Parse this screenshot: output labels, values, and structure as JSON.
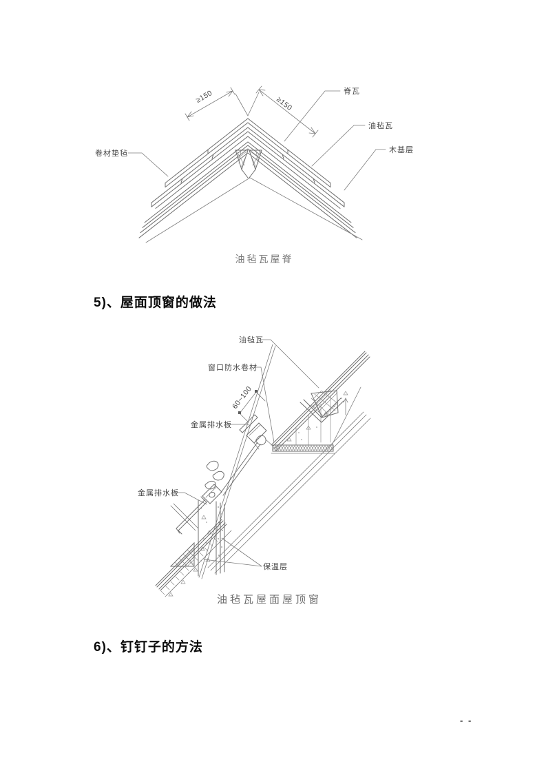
{
  "page": {
    "footer_page_number": "- -"
  },
  "headings": {
    "section5": "5)、屋面顶窗的做法",
    "section6": "6)、钉钉子的方法"
  },
  "figure1": {
    "caption": "油毡瓦屋脊",
    "labels": {
      "dim_left": "≥150",
      "dim_right": "≥150",
      "ridge_tile": "脊瓦",
      "felt_shingle": "油毡瓦",
      "wood_base_layer": "木基层",
      "roll_underlay_felt": "卷材垫毡"
    }
  },
  "figure2": {
    "caption": "油毡瓦屋面屋顶窗",
    "labels": {
      "felt_shingle": "油毡瓦",
      "window_waterproof_roll": "窗口防水卷材",
      "dim_offset": "60~100",
      "metal_drain_plate_upper": "金属排水板",
      "metal_drain_plate_lower": "金属排水板",
      "insulation_layer": "保温层"
    }
  }
}
